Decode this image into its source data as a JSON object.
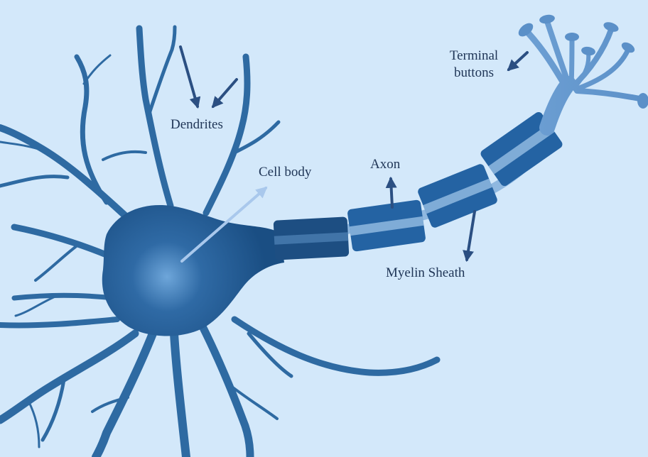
{
  "labels": {
    "dendrites": "Dendrites",
    "cell_body": "Cell body",
    "axon": "Axon",
    "myelin_sheath": "Myelin Sheath",
    "terminal_buttons_line1": "Terminal",
    "terminal_buttons_line2": "buttons"
  },
  "colors": {
    "background": "#d3e8fa",
    "neuron": "#2e6aa2",
    "neuron_dark": "#1d4f82",
    "myelin": "#2463a3",
    "axon_core": "#8fb8e0",
    "arrow": "#2b4f82",
    "cell_body_arrow": "#a9c8ec",
    "label_text": "#1f3556"
  },
  "icons": [
    "arrow-icon"
  ]
}
